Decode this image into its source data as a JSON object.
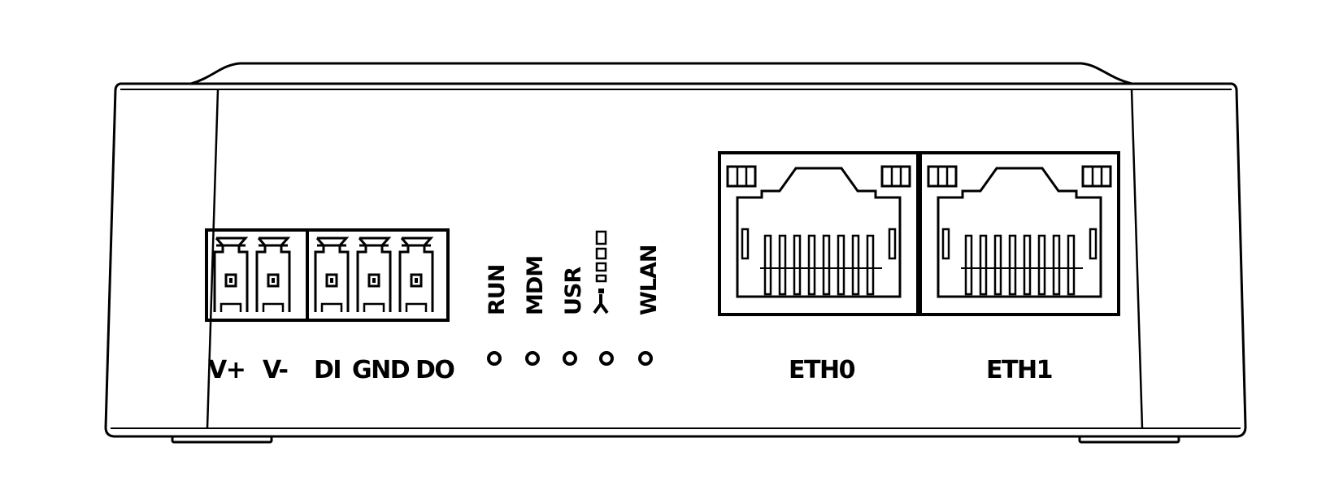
{
  "terminal_block": {
    "pins": [
      {
        "label": "V+"
      },
      {
        "label": "V-"
      },
      {
        "label": "DI"
      },
      {
        "label": "GND"
      },
      {
        "label": "DO"
      }
    ]
  },
  "indicators": [
    {
      "label": "RUN"
    },
    {
      "label": "MDM"
    },
    {
      "label": "USR"
    },
    {
      "label": "signal",
      "icon": "signal-strength-icon"
    },
    {
      "label": "WLAN"
    }
  ],
  "ethernet_ports": [
    {
      "label": "ETH0"
    },
    {
      "label": "ETH1"
    }
  ]
}
